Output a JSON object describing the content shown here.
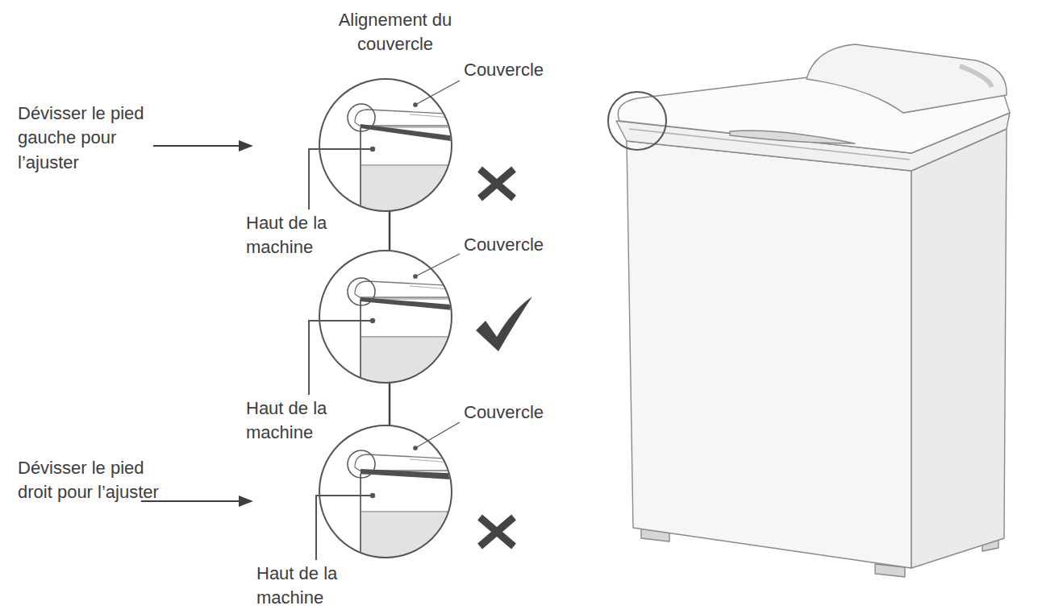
{
  "diagram": {
    "labels": [
      "Alignement du couvercle",
      "Couvercle",
      "Dévisser le pied gauche pour l’ajuster",
      "Haut de la machine",
      "Couvercle",
      "Haut de la machine",
      "Couvercle",
      "Dévisser le pied droit pour l’ajuster",
      "Haut de la machine"
    ]
  }
}
